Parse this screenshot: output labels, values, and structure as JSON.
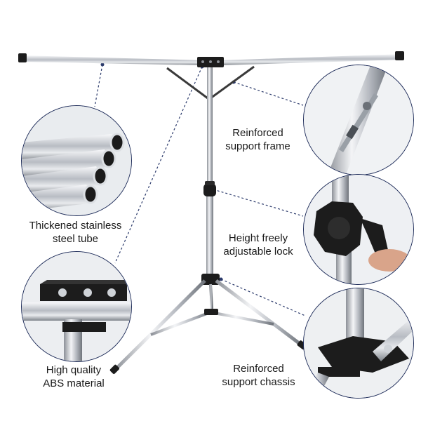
{
  "features": [
    {
      "id": "steel-tube",
      "label": "Thickened stainless\nsteel tube"
    },
    {
      "id": "support-frame",
      "label": "Reinforced\nsupport frame"
    },
    {
      "id": "height-lock",
      "label": "Height freely\nadjustable lock"
    },
    {
      "id": "abs-material",
      "label": "High quality\nABS material"
    },
    {
      "id": "chassis",
      "label": "Reinforced\nsupport chassis"
    }
  ],
  "colors": {
    "circle_border": "#1f2d5a",
    "leader_line": "#2b3a6b",
    "steel": "#c9ccd1",
    "black_part": "#1c1c1c"
  }
}
